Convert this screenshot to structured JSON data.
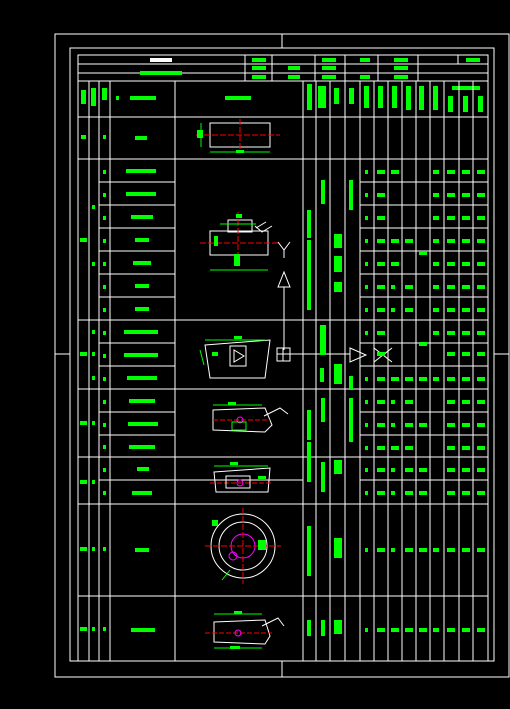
{
  "drawing": {
    "colors": {
      "background": "#000000",
      "line": "#ffffff",
      "text": "#00ff00",
      "dimension": "#00ff00",
      "center_line": "#ff0000",
      "feature": "#ff00ff"
    },
    "sheet_marks": [
      "top-center-mark",
      "bottom-center-mark",
      "left-center-mark",
      "right-center-mark"
    ],
    "process_card": {
      "operations": [
        {
          "op_no": "I",
          "step_count": 1,
          "sketch": "rectangular-blank"
        },
        {
          "op_no": "II",
          "step_count": 7,
          "sketch": "bracket-with-tool"
        },
        {
          "op_no": "III",
          "step_count": 3,
          "sketch": "tapered-block"
        },
        {
          "op_no": "IV",
          "step_count": 2,
          "sketch": "slotted-part-side"
        },
        {
          "op_no": "V",
          "step_count": 2,
          "sketch": "slotted-part-front"
        },
        {
          "op_no": "VI",
          "step_count": 1,
          "sketch": "round-flange"
        },
        {
          "op_no": "VII",
          "step_count": 1,
          "sketch": "slotted-part-final"
        }
      ]
    }
  }
}
